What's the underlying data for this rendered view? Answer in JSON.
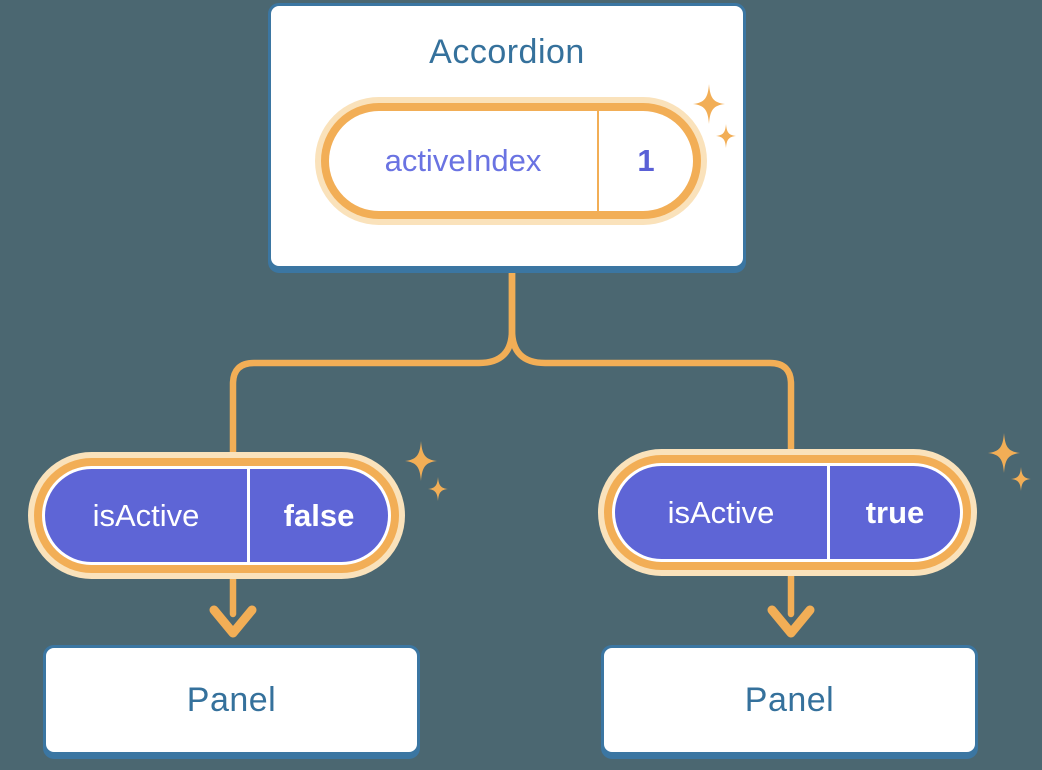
{
  "colors": {
    "background": "#4B6771",
    "card-border": "#3B76A2",
    "card-text": "#35719C",
    "card-bg": "#FFFFFF",
    "accent-orange": "#F2AE56",
    "accent-orange-glow": "#FAE2BB",
    "pill-purple": "#5E65D6",
    "pill-key-text": "#6A73E2",
    "pill-value-text": "#5A60D6",
    "pill-white-text": "#FFFFFF"
  },
  "icons": {
    "sparkle": "sparkle-icon",
    "arrow": "arrow-down-icon"
  },
  "diagram": {
    "root": {
      "title": "Accordion",
      "state": {
        "name": "activeIndex",
        "value": "1"
      }
    },
    "children": [
      {
        "prop": {
          "name": "isActive",
          "value": "false"
        },
        "target": "Panel"
      },
      {
        "prop": {
          "name": "isActive",
          "value": "true"
        },
        "target": "Panel"
      }
    ]
  }
}
